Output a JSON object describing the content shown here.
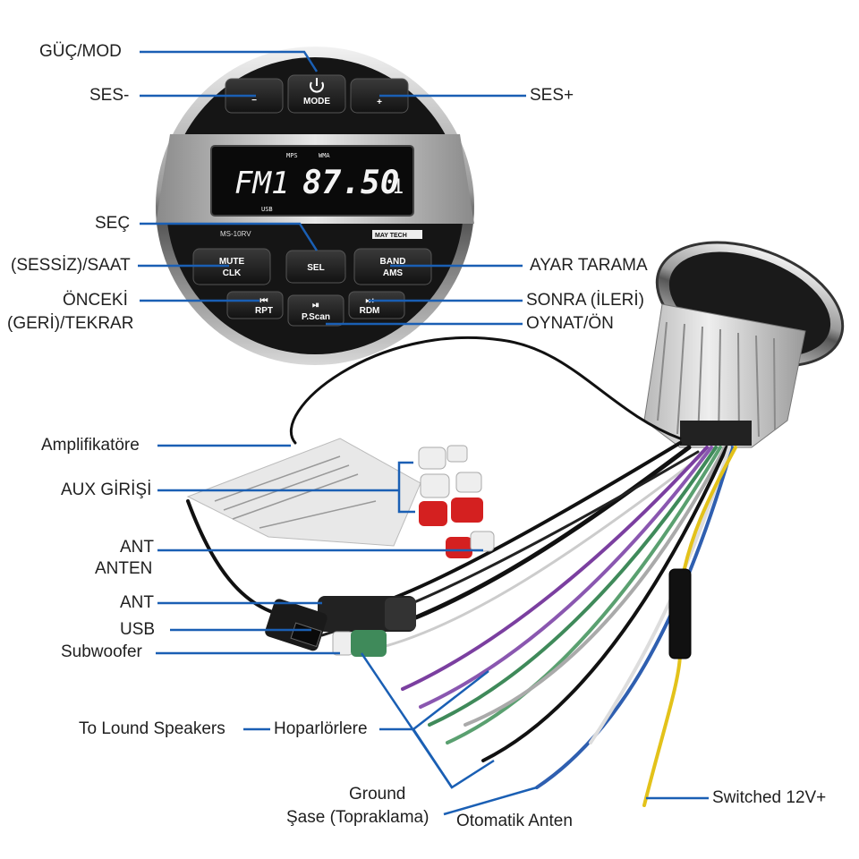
{
  "head_unit": {
    "model": "MS-10RV",
    "brand": "MAY TECH",
    "display": {
      "band": "FM1",
      "frequency": "87.50",
      "channel": "1",
      "indicators": [
        "MPS",
        "WMA"
      ],
      "source": "USB"
    },
    "buttons": {
      "minus": "−",
      "mode_icon": "power-icon",
      "mode": "MODE",
      "plus": "+",
      "mute_line1": "MUTE",
      "mute_line2": "CLK",
      "sel": "SEL",
      "band_line1": "BAND",
      "band_line2": "AMS",
      "rpt_icon": "⏮",
      "rpt": "RPT",
      "pscan_icon": "⏯",
      "pscan": "P.Scan",
      "rdm_icon": "⏭",
      "rdm": "RDM"
    }
  },
  "labels": {
    "guc_mod": "GÜÇ/MOD",
    "ses_minus": "SES-",
    "ses_plus": "SES+",
    "sec": "SEÇ",
    "sessiz_saat": "(SESSİZ)/SAAT",
    "ayar_tarama": "AYAR TARAMA",
    "onceki": "ÖNCEKİ",
    "geri_tekrar": "(GERİ)/TEKRAR",
    "sonra_ileri": "SONRA (İLERİ)",
    "oynat_on": "OYNAT/ÖN",
    "amplifikatore": "Amplifikatöre",
    "aux_girisi": "AUX GİRİŞİ",
    "ant_1": "ANT",
    "anten": "ANTEN",
    "ant_2": "ANT",
    "usb": "USB",
    "subwoofer": "Subwoofer",
    "to_lound_speakers": "To Lound Speakers",
    "hoparlorlere": "Hoparlörlere",
    "ground": "Ground",
    "sase": "Şase (Topraklama)",
    "otomatik_anten": "Otomatik Anten",
    "switched_12v": "Switched 12V+"
  },
  "colors": {
    "callout_line": "#1a5fb4",
    "panel_black": "#151515",
    "lcd_background": "#0a0a0a",
    "wire_purple": "#7b3fa0",
    "wire_green": "#3f8a5a",
    "wire_yellow": "#e3c21a",
    "wire_blue": "#2f5fb0",
    "rca_red": "#d42020",
    "rca_white": "#eeeeee"
  }
}
